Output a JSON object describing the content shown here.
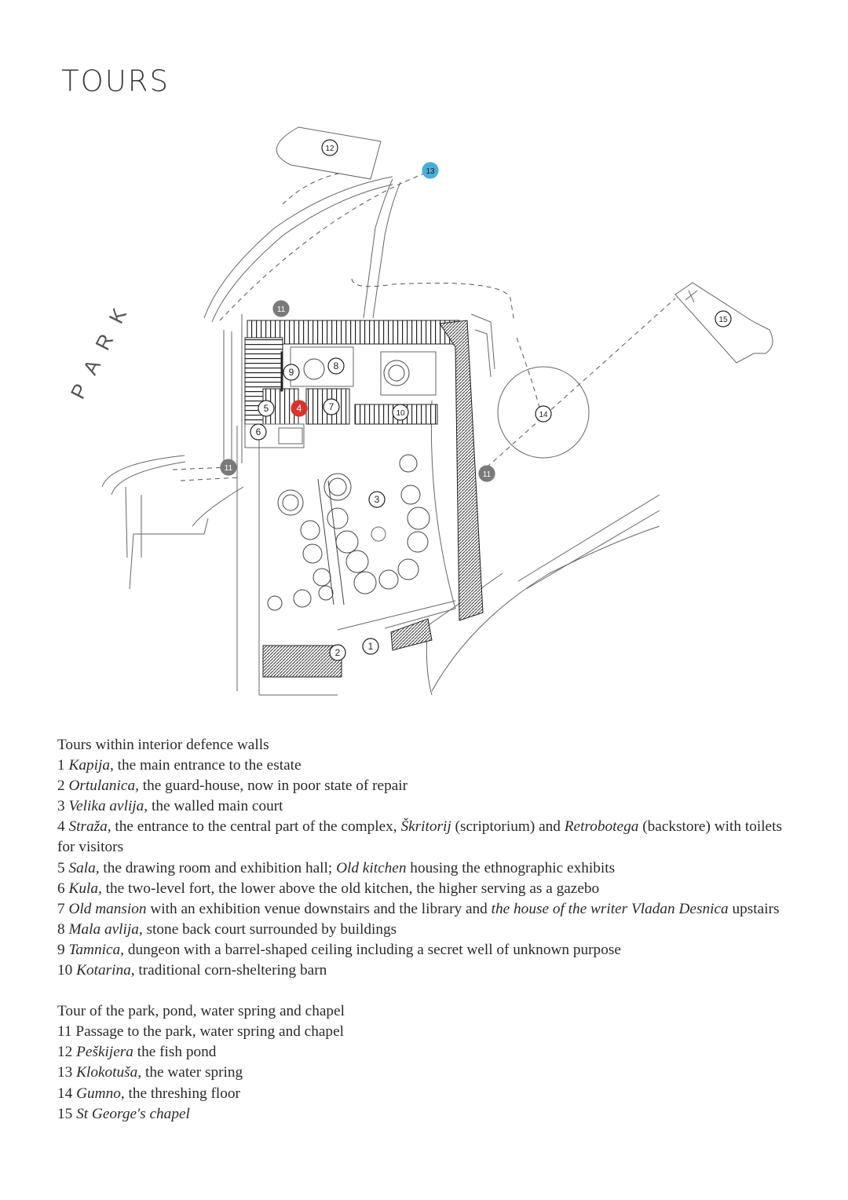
{
  "title": "TOURS",
  "map": {
    "park_label": "P A R K",
    "markers": [
      {
        "id": "1",
        "label": "1",
        "style": "circle"
      },
      {
        "id": "2",
        "label": "2",
        "style": "circle"
      },
      {
        "id": "3",
        "label": "3",
        "style": "circle"
      },
      {
        "id": "4",
        "label": "4",
        "style": "filled-red"
      },
      {
        "id": "5",
        "label": "5",
        "style": "circle"
      },
      {
        "id": "6",
        "label": "6",
        "style": "circle"
      },
      {
        "id": "7",
        "label": "7",
        "style": "circle"
      },
      {
        "id": "8",
        "label": "8",
        "style": "circle"
      },
      {
        "id": "9",
        "label": "9",
        "style": "circle"
      },
      {
        "id": "10",
        "label": "10",
        "style": "circle"
      },
      {
        "id": "11a",
        "label": "11",
        "style": "filled-grey"
      },
      {
        "id": "11b",
        "label": "11",
        "style": "filled-grey"
      },
      {
        "id": "11c",
        "label": "11",
        "style": "filled-grey"
      },
      {
        "id": "12",
        "label": "12",
        "style": "circle"
      },
      {
        "id": "13",
        "label": "13",
        "style": "filled-blue"
      },
      {
        "id": "14",
        "label": "14",
        "style": "circle"
      },
      {
        "id": "15",
        "label": "15",
        "style": "circle"
      }
    ],
    "colors": {
      "red": "#d9342b",
      "grey": "#7a7a7a",
      "blue": "#4aaed6",
      "line": "#555555"
    }
  },
  "interior": {
    "heading": "Tours within interior defence walls",
    "items": [
      {
        "num": "1",
        "name": "Kapija,",
        "rest": " the main entrance to the estate"
      },
      {
        "num": "2",
        "name": "Ortulanica,",
        "rest": " the guard-house, now in poor state of repair"
      },
      {
        "num": "3",
        "name": "Velika avlija,",
        "rest": " the walled main court"
      },
      {
        "num": "4",
        "name": "Straža,",
        "rest": " the entrance to the central part of the complex, ",
        "name2": "Škritorij",
        "rest2": " (scriptorium) and ",
        "name3": "Retrobotega",
        "rest3": " (backstore) with toilets for visitors"
      },
      {
        "num": "5",
        "name": "Sala,",
        "rest": " the drawing room and exhibition hall; ",
        "name2": "Old kitchen",
        "rest2": " housing the ethnographic exhibits"
      },
      {
        "num": "6",
        "name": "Kula,",
        "rest": " the two-level fort, the lower above the old kitchen, the higher serving as a gazebo"
      },
      {
        "num": "7",
        "name": "Old mansion",
        "rest": " with an exhibition venue downstairs and the library and ",
        "name2": "the house of the writer Vladan Desnica",
        "rest2": " upstairs"
      },
      {
        "num": "8",
        "name": "Mala avlija,",
        "rest": " stone back court surrounded by buildings"
      },
      {
        "num": "9",
        "name": "Tamnica,",
        "rest": " dungeon with a barrel-shaped ceiling including a secret well of unknown purpose"
      },
      {
        "num": "10",
        "name": "Kotarina,",
        "rest": " traditional corn-sheltering barn"
      }
    ]
  },
  "park_tour": {
    "heading": "Tour of the park, pond, water spring and chapel",
    "items": [
      {
        "num": "11",
        "plain": "Passage to the park, water spring and chapel"
      },
      {
        "num": "12",
        "name": "Peškijera",
        "rest": " the fish pond"
      },
      {
        "num": "13",
        "name": "Klokotuša,",
        "rest": " the water spring"
      },
      {
        "num": "14",
        "name": "Gumno",
        "rest": ", the  threshing floor"
      },
      {
        "num": "15",
        "name": "St George's chapel",
        "rest": ""
      }
    ]
  }
}
